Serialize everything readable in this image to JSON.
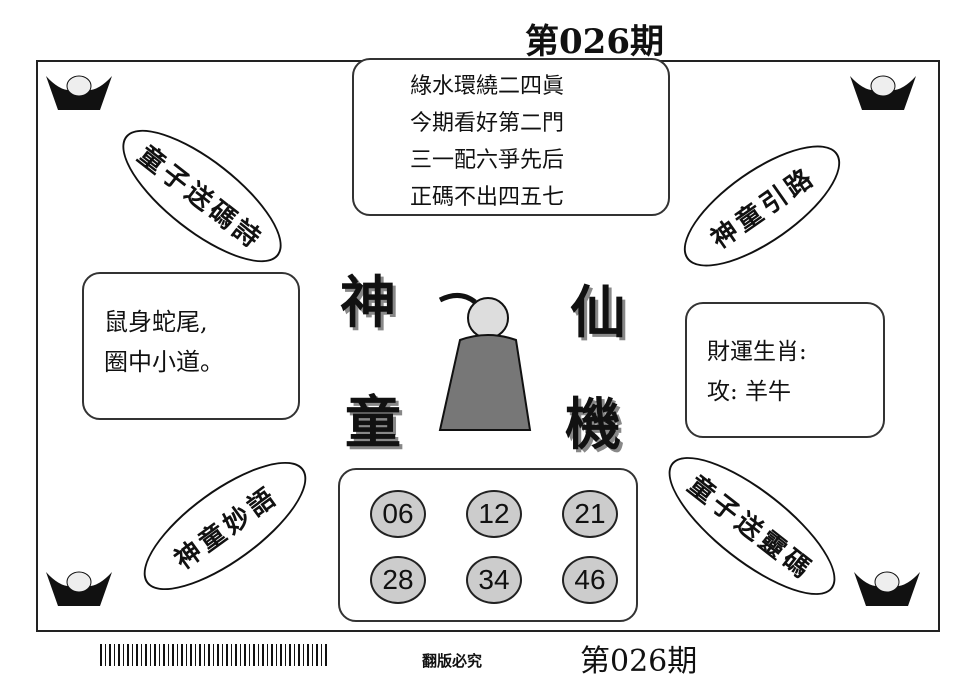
{
  "issue_label": "第026期",
  "issue_label_bottom": "第026期",
  "poem": [
    "綠水環繞二四眞",
    "今期看好第二門",
    "三一配六爭先后",
    "正碼不出四五七"
  ],
  "left_box": [
    "鼠身蛇尾,",
    "圈中小道。"
  ],
  "right_box": {
    "line1": "財運生肖:",
    "line2": "攻:  羊牛"
  },
  "ellipses": {
    "top_left": "童子送碼詩",
    "top_right": "神童引路",
    "bottom_left": "神童妙語",
    "bottom_right": "童子送靈碼"
  },
  "center_chars": {
    "top_left": "神",
    "top_right": "仙",
    "bottom_left": "童",
    "bottom_right": "機"
  },
  "numbers": [
    "06",
    "12",
    "21",
    "28",
    "34",
    "46"
  ],
  "footer_warning": "翻版必究"
}
